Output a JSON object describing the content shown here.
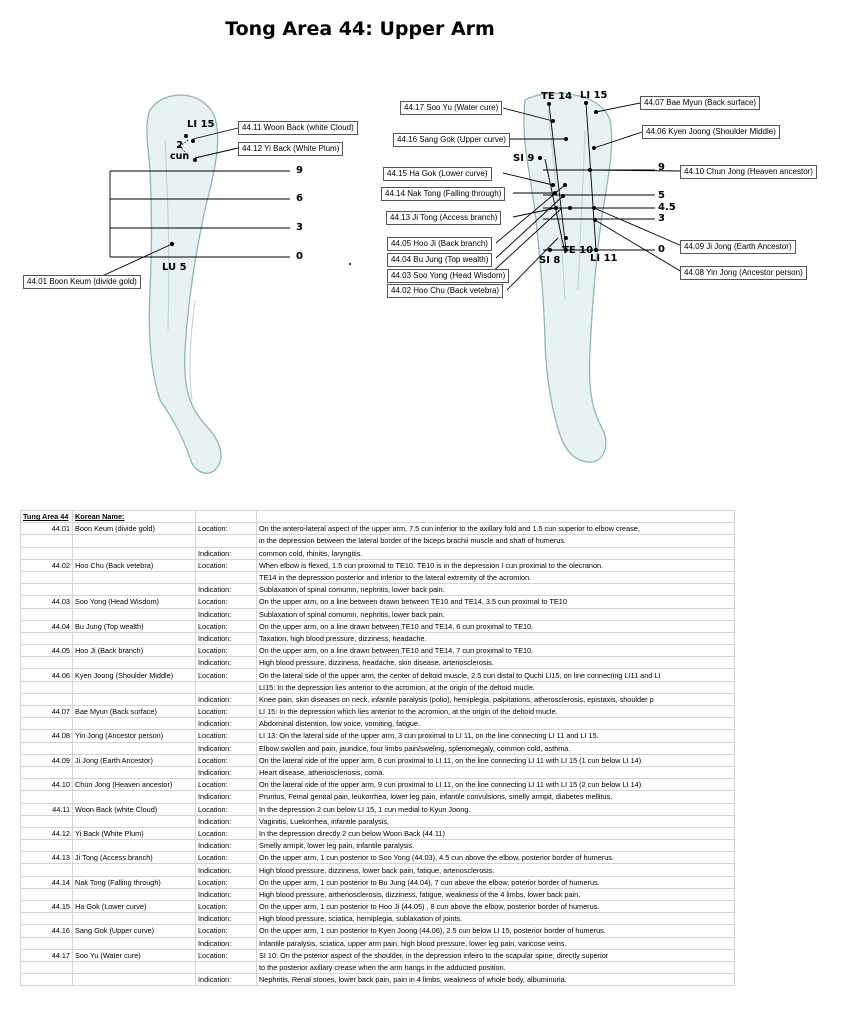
{
  "title": "Tong Area 44: Upper Arm",
  "diagram": {
    "left_arm": {
      "point_labels": [
        "LI 15",
        "LU 5"
      ],
      "cun_label": "2\ncun",
      "scale_labels": [
        "9",
        "6",
        "3",
        "0"
      ],
      "callouts": [
        "44.11 Woon Back (white Cloud)",
        "44.12 Yi Back (White Plum)",
        "44.01 Boon Keum (divide gold)"
      ]
    },
    "right_arm": {
      "point_labels": [
        "TE 14",
        "LI 15",
        "SI 9",
        "TE 10",
        "SI 8",
        "LI 11"
      ],
      "scale_labels": [
        "9",
        "5",
        "4.5",
        "3",
        "0"
      ],
      "callouts_left": [
        "44.17 Soo Yu (Water cure)",
        "44.16 Sang Gok (Upper curve)",
        "44.15 Ha Gok (Lower curve)",
        "44.14 Nak Tong (Falling through)",
        "44.13 Ji Tong (Access branch)",
        "44.05 Hoo Ji (Back branch)",
        "44.04 Bu Jung (Top wealth)",
        "44.03 Soo Yong (Head Wisdom)",
        "44.02 Hoo Chu (Back vetebra)"
      ],
      "callouts_right": [
        "44.07 Bae Myun (Back surface)",
        "44.06 Kyen Joong (Shoulder Middle)",
        "44.10 Chun Jong (Heaven ancestor)",
        "44.09 Ji Jong (Earth Ancestor)",
        "44.08 Yin Jong (Ancestor person)"
      ]
    },
    "colors": {
      "arm_fill": "#e8f2f2",
      "arm_outline": "#8fb7bb",
      "line": "#000000"
    }
  },
  "table": {
    "header": [
      "Tung Area 44",
      "Korean Name:",
      "",
      ""
    ],
    "rows": [
      [
        "44.01",
        "Boon Keum (divide gold)",
        "Location:",
        "On the antero-lateral aspect of the upper arm, 7.5 cun inferior to the axillary fold and 1.5 cun superior to elbow crease,"
      ],
      [
        "",
        "",
        "",
        "in the depression between the lateral border of the biceps brachii muscle and shaft of humerus."
      ],
      [
        "",
        "",
        "Indication:",
        "common cold, rhinitis, laryngitis."
      ],
      [
        "44.02",
        "Hoo Chu (Back vetebra)",
        "Location:",
        "When elbow is flexed, 1.5 cun proximal to TE10. TE10 is in the depression I cun proximal to the olecranon."
      ],
      [
        "",
        "",
        "",
        "TE14 in the depression posterior and inferior to the lateral extremity of the acromion."
      ],
      [
        "",
        "",
        "Indication:",
        "Sublaxation of spinal comumn, nephritis, lower back pain."
      ],
      [
        "44.03",
        "Soo Yong (Head Wisdom)",
        "Location:",
        "On the upper arm, on a line between drawn between TE10 and TE14, 3.5 cun proximal to TE10"
      ],
      [
        "",
        "",
        "Indication:",
        "Sublaxation of spinal comumn, nephritis, lower back pain."
      ],
      [
        "44.04",
        "Bu Jung (Top wealth)",
        "Location:",
        "On the upper arm, on a line drawn between TE10 and TE14, 6 cun proximal to TE10."
      ],
      [
        "",
        "",
        "Indication:",
        "Taxation, high blood pressure, dizziness, headache."
      ],
      [
        "44.05",
        "Hoo Ji (Back branch)",
        "Location:",
        "On the upper arm, on a line drawn between TE10 and TE14, 7 cun proximal to TE10."
      ],
      [
        "",
        "",
        "Indication:",
        "High blood pressure, dizziness, headache, skin disease, arteriosclerosis."
      ],
      [
        "44.06",
        "Kyen Joong (Shoulder Middle)",
        "Location:",
        "On the lateral side of the upper arm, the center of deltoid muscle, 2.5 cun distal to Quchi LI15, on line connecting LI11 and LI"
      ],
      [
        "",
        "",
        "",
        "LI15: In the depression lies anterior to the acromion, at the origin of the deltoid mucle."
      ],
      [
        "",
        "",
        "Indication:",
        "Knee pain, skin diseases on neck, infantile paralysis (polio), hemiplegia, palpitations, atherosclerosis, epistaxis, shoulder p"
      ],
      [
        "44.07",
        "Bae Myun (Back surface)",
        "Location:",
        "LI 15: In the depression  which lies anterior to the acromion, at the origin of the deltoid mucle."
      ],
      [
        "",
        "",
        "Indication:",
        "Abdominal distention, low voice, vomiting, fatigue."
      ],
      [
        "44.08",
        "Yin Jong (Ancestor person)",
        "Location:",
        "LI 13: On the lateral side of the upper arm, 3 cun proximal to LI 11, on the line connecting LI 11 and LI 15."
      ],
      [
        "",
        "",
        "Indication:",
        "Elbow swollen and pain, jaundice, four limbs pain/sweling, splenomegaly, common cold, asthma."
      ],
      [
        "44.09",
        "Ji Jong (Earth Ancestor)",
        "Location:",
        "On the lateral side of the upper arm, 6 cun proximal to LI 11, on the line connecting LI 11 with LI 15 (1 cun below LI 14)"
      ],
      [
        "",
        "",
        "Indication:",
        "Heart disease, atherioscleriosis, coma."
      ],
      [
        "44.10",
        "Chun Jong (Heaven ancestor)",
        "Location:",
        "On the lateral side of the upper arm, 9 cun proximal to LI 11, on the line connecting LI 11 with LI 15 (2 cun below LI 14)"
      ],
      [
        "",
        "",
        "Indication:",
        "Pruritus, Femal genital pain, leukorrhea, lower leg pain, infantile convulsions, smelly armpit, diabetes mellitus."
      ],
      [
        "44.11",
        "Woon Back (white Cloud)",
        "Location:",
        "In the depression 2 cun below LI 15, 1 cun medial to Kyun Joong."
      ],
      [
        "",
        "",
        "Indication:",
        "Vaginitis, Luekorrhea, infantile paralysis,"
      ],
      [
        "44.12",
        "Yi Back (White Plum)",
        "Location:",
        "In the depression directly 2 cun below Woon Back (44.11)"
      ],
      [
        "",
        "",
        "Indication:",
        "Smelly armpit, lower leg pain, infantile paralysis."
      ],
      [
        "44.13",
        "Ji Tong (Access branch)",
        "Location:",
        "On the upper arm, 1 cun posterior to Soo Yong (44.03), 4.5 cun above the elbow, posterior border of humerus."
      ],
      [
        "",
        "",
        "Indication:",
        "High blood pressure, dizziness, lower back pain, fatique, arteriosclerosis."
      ],
      [
        "44.14",
        "Nak Tong (Falling through)",
        "Location:",
        "On the upper arm, 1 cun posterior to Bu Jung (44.04), 7 cun above the elbow, poterior border of humerus."
      ],
      [
        "",
        "",
        "Indication:",
        "High blood pressure, artheriosclerosis, dizziness, fatigue, weakness of the 4 limbs, lower back pain."
      ],
      [
        "44.15",
        "Ha Gok (Lower curve)",
        "Location:",
        "On the upper arm, 1 cun posterior to Hoo Ji (44.05) , 8 cun above the elbow, posterior border of humerus."
      ],
      [
        "",
        "",
        "Indication:",
        "High blood pressure, sciatica, hemiplegia, sublaxation of joints."
      ],
      [
        "44.16",
        "Sang Gok (Upper curve)",
        "Location:",
        "On the upper arm, 1 cun posterior to Kyen Joong (44.06), 2.5 cun below LI 15, posterior border of humerus."
      ],
      [
        "",
        "",
        "Indication:",
        "Infantile paralysis, sciatica, upper arm pain, high blood pressure, lower leg pain, varicose veins."
      ],
      [
        "44.17",
        "Soo Yu (Water cure)",
        "Location:",
        "SI 10: On the psterior aspect of the shoulder, in the depression infeiro to the scapular spine, directly superior"
      ],
      [
        "",
        "",
        "",
        "to the posterior axillary crease when the arm hangs in the adducted position."
      ],
      [
        "",
        "",
        "Indication:",
        "Nephritis, Renal stones, lower back pain, pain in 4 limbs, weakness of whole body, albuminuria."
      ]
    ]
  }
}
